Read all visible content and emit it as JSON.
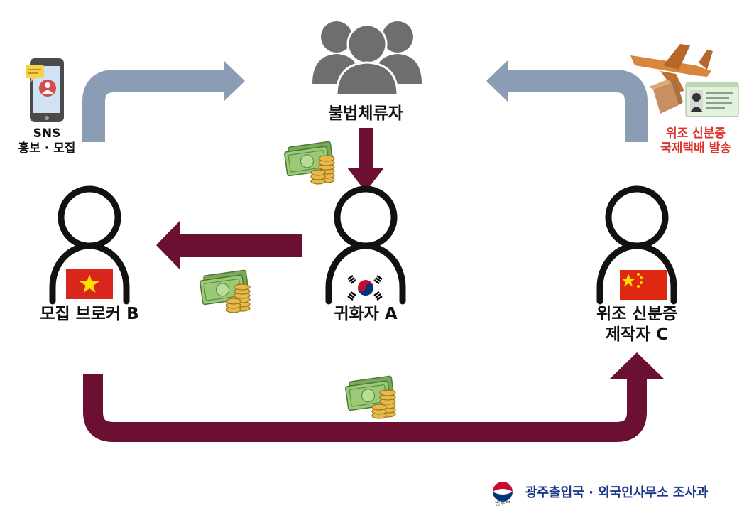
{
  "nodes": {
    "illegal_stayers": {
      "label": "불법체류자",
      "icon": "people-group-icon"
    },
    "naturalized_a": {
      "label": "귀화자 A",
      "flag": "korea-flag"
    },
    "broker_b": {
      "label": "모집 브로커 B",
      "flag": "vietnam-flag"
    },
    "forger_c": {
      "label_line1": "위조 신분증",
      "label_line2": "제작자 C",
      "flag": "china-flag"
    }
  },
  "annotations": {
    "sns": {
      "line1": "SNS",
      "line2": "홍보 · 모집",
      "icon": "smartphone-icon"
    },
    "shipping": {
      "line1": "위조 신분증",
      "line2": "국제택배 발송",
      "icon": "airplane-parcel-id-icon",
      "color": "#e0322b"
    }
  },
  "money_icon": "cash-coins-icon",
  "colors": {
    "blue_arrow": "#8a9db4",
    "maroon_arrow": "#6b0f33",
    "person_stroke": "#111111",
    "people_fill": "#6e6e6e",
    "footer_text": "#1c3a8c"
  },
  "footer": {
    "ministry_label": "법무부",
    "org_name": "광주출입국 · 외국인사무소 조사과"
  }
}
